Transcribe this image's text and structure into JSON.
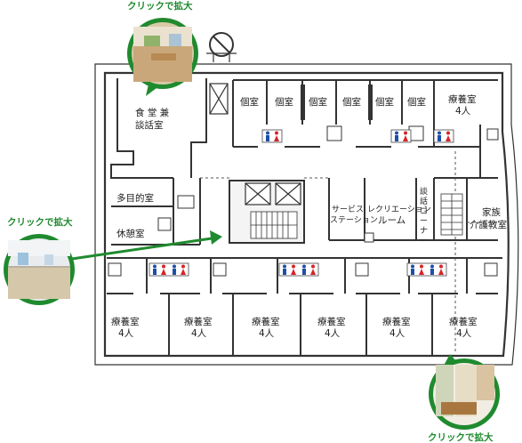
{
  "callouts": {
    "top": "クリックで拡大",
    "left": "クリックで拡大",
    "bottom": "クリックで拡大"
  },
  "rooms": {
    "dining": [
      "食 堂 兼",
      "談話室"
    ],
    "private_1": "個室",
    "private_2": "個室",
    "private_3": "個室",
    "private_4": "個室",
    "private_5": "個室",
    "private_6": "個室",
    "ward_top_right": [
      "療養室",
      "4人"
    ],
    "multipurpose": "多目的室",
    "rest": "休憩室",
    "service_station": [
      "サービス",
      "ステーション"
    ],
    "recreation": [
      "レクリエーション",
      "ルーム"
    ],
    "talk_corner": [
      "談",
      "話",
      "コ",
      "ー",
      "ナ",
      "ー"
    ],
    "family_room": [
      "家族",
      "介護教室"
    ],
    "ward_b1": [
      "療養室",
      "4人"
    ],
    "ward_b2": [
      "療養室",
      "4人"
    ],
    "ward_b3": [
      "療養室",
      "4人"
    ],
    "ward_b4": [
      "療養室",
      "4人"
    ],
    "ward_b5": [
      "療養室",
      "4人"
    ],
    "ward_b6": [
      "療養室",
      "4人"
    ]
  },
  "colors": {
    "accent": "#1f8a2e",
    "male": "#1d4fa8",
    "female": "#d8232a"
  }
}
